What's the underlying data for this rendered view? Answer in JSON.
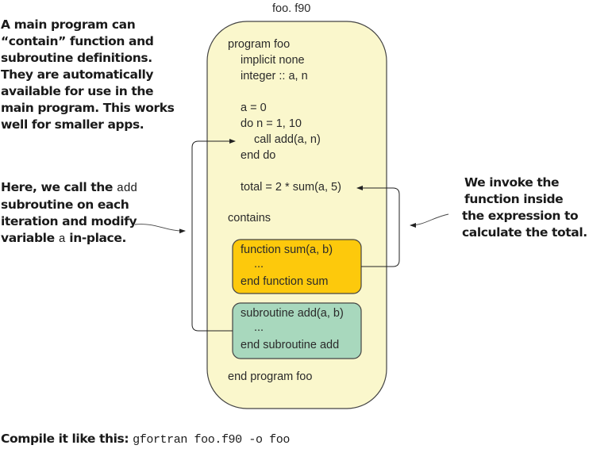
{
  "file_title": "foo. f90",
  "notes": {
    "intro": [
      "A main program can",
      "“contain” function and",
      "subroutine definitions.",
      "They are automatically",
      "available for use in the",
      "main program. This works",
      "well for smaller apps."
    ],
    "call_note": {
      "l1_pre": "Here, we call the ",
      "l1_code": "add",
      "l2": "subroutine on each",
      "l3": "iteration and modify",
      "l4_pre": "variable ",
      "l4_code": "a",
      "l4_post": " in-place."
    },
    "invoke_note": [
      "We invoke the",
      "function inside",
      "the expression to",
      "calculate the total."
    ]
  },
  "program": {
    "lines": [
      "program foo",
      "implicit none",
      "integer :: a, n",
      "a = 0",
      "do n = 1, 10",
      "call add(a, n)",
      "end do",
      "total = 2 * sum(a, 5)",
      "contains"
    ],
    "end": "end program foo"
  },
  "function_block": {
    "lines": [
      "function sum(a, b)",
      "...",
      "end function sum"
    ],
    "color": "#fdc90c"
  },
  "subroutine_block": {
    "lines": [
      "subroutine add(a, b)",
      "...",
      "end subroutine add"
    ],
    "color": "#a8d8bd"
  },
  "program_color": "#faf7cc",
  "compile": {
    "label": "Compile it like this: ",
    "command": "gfortran foo.f90 -o foo"
  }
}
